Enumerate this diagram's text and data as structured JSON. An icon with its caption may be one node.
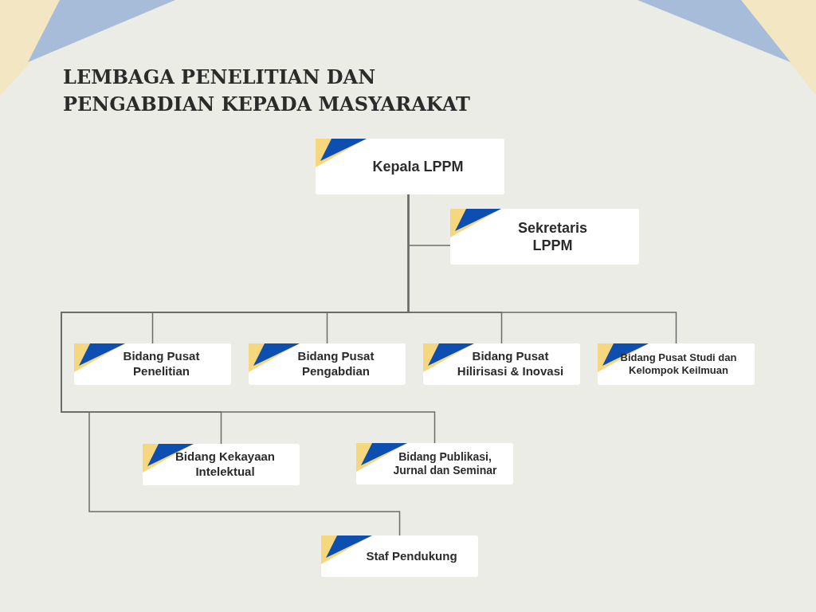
{
  "diagram": {
    "title": "LEMBAGA PENELITIAN DAN PENGABDIAN KEPADA MASYARAKAT",
    "nodes": [
      {
        "text": [
          "Kepala LPPM"
        ]
      },
      {
        "text": [
          "Sekretaris LPPM"
        ]
      },
      {
        "text": [
          "Bidang Pusat Penelitian"
        ]
      },
      {
        "text": [
          "Bidang Pusat Pengabdian"
        ]
      },
      {
        "text": [
          "Bidang Pusat Hilirisasi & Inovasi"
        ]
      },
      {
        "text": [
          "Bidang Pusat Studi dan Kelompok Keilmuan"
        ]
      },
      {
        "text": [
          "Bidang Kekayaan Intelektual"
        ]
      },
      {
        "text": [
          "Bidang Publikasi, Jurnal dan Seminar"
        ]
      },
      {
        "text": [
          "Staf Pendukung"
        ]
      }
    ],
    "edges": [
      {
        "from": 0,
        "to": 1,
        "arrow": "none"
      },
      {
        "from": 0,
        "to": 2,
        "arrow": "none"
      },
      {
        "from": 0,
        "to": 3,
        "arrow": "none"
      },
      {
        "from": 0,
        "to": 4,
        "arrow": "none"
      },
      {
        "from": 0,
        "to": 5,
        "arrow": "none"
      },
      {
        "from": 0,
        "to": 6,
        "arrow": "none"
      },
      {
        "from": 0,
        "to": 7,
        "arrow": "none"
      },
      {
        "from": 0,
        "to": 8,
        "arrow": "none"
      }
    ]
  }
}
